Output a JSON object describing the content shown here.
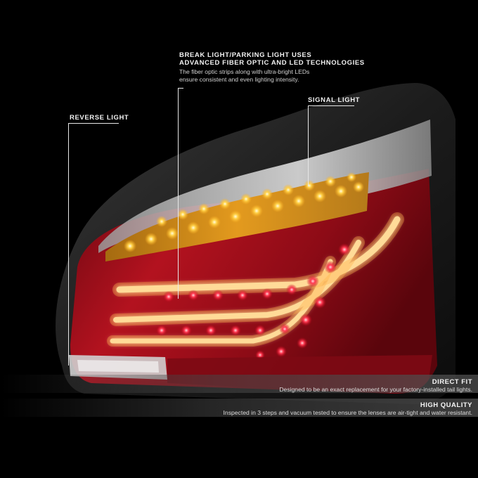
{
  "callouts": {
    "brake": {
      "title_line1": "BREAK LIGHT/PARKING LIGHT USES",
      "title_line2": "ADVANCED FIBER OPTIC AND LED TECHNOLOGIES",
      "desc_line1": "The fiber optic strips along with ultra-bright LEDs",
      "desc_line2": "ensure consistent and even lighting intensity."
    },
    "signal": {
      "title": "SIGNAL LIGHT"
    },
    "reverse": {
      "title": "REVERSE LIGHT"
    }
  },
  "features": [
    {
      "title": "DIRECT FIT",
      "desc": "Designed to be an exact replacement for your factory-installed tail lights."
    },
    {
      "title": "HIGH QUALITY",
      "desc": "Inspected in 3 steps and vacuum tested to ensure the lenses are air-tight and water resistant."
    }
  ],
  "colors": {
    "background": "#000000",
    "lens_red": "#9a0f1a",
    "amber": "#f2a21b",
    "fiber_glow": "#fff2c4"
  }
}
